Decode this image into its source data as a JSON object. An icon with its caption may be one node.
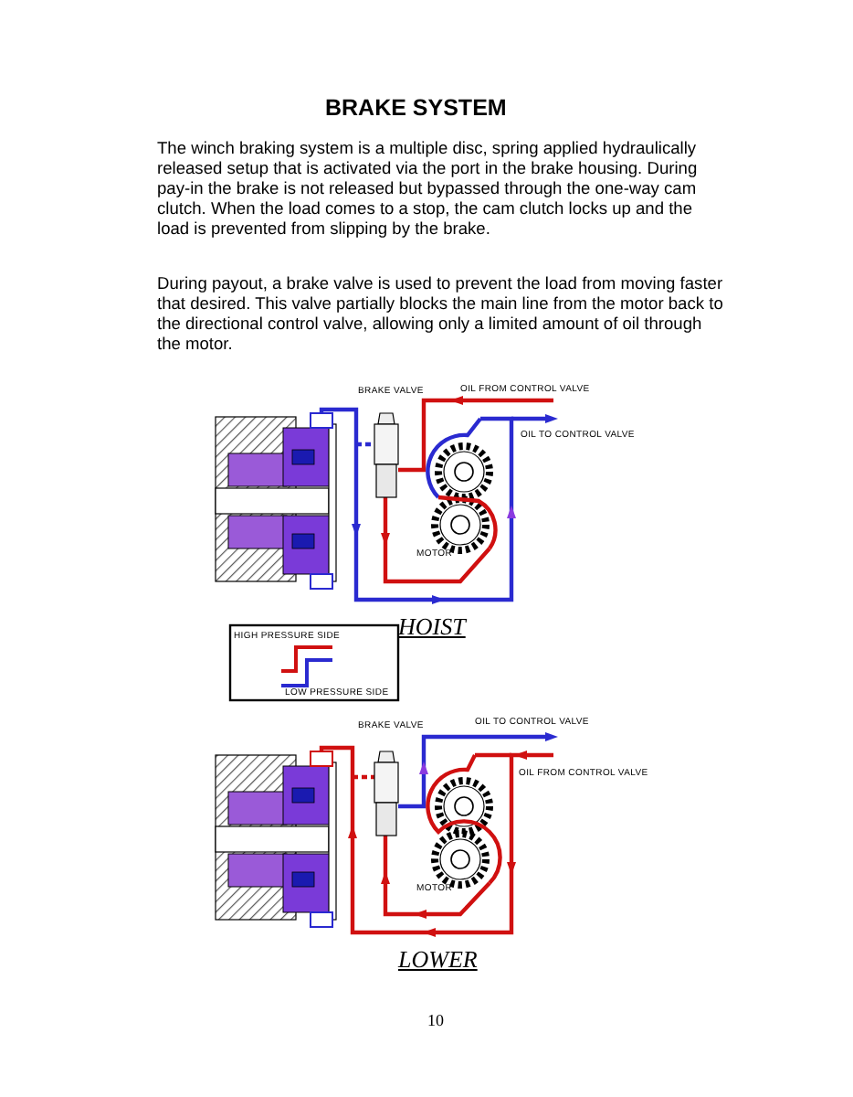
{
  "diagram": {
    "title": "BRAKE SYSTEM",
    "labels": [
      "The winch braking system is a multiple disc, spring applied hydraulically released setup that is activated via the port in the brake housing. During pay-in the brake is not released but bypassed through the one-way cam clutch. When the load comes to a stop, the cam clutch locks up and the load is prevented from slipping by the brake.",
      "During payout, a brake valve is used to prevent the load from moving faster that desired. This valve partially blocks the main line from the motor back to the directional control valve, allowing only a limited amount of oil through the motor.",
      "BRAKE VALVE",
      "OIL FROM CONTROL VALVE",
      "OIL TO CONTROL VALVE",
      "MOTOR",
      "HOIST",
      "BRAKE VALVE",
      "OIL TO CONTROL VALVE",
      "OIL FROM CONTROL VALVE",
      "MOTOR",
      "LOWER",
      "10"
    ],
    "legend": [
      {
        "text": "HIGH PRESSURE SIDE"
      },
      {
        "text": "LOW PRESSURE SIDE"
      }
    ]
  }
}
